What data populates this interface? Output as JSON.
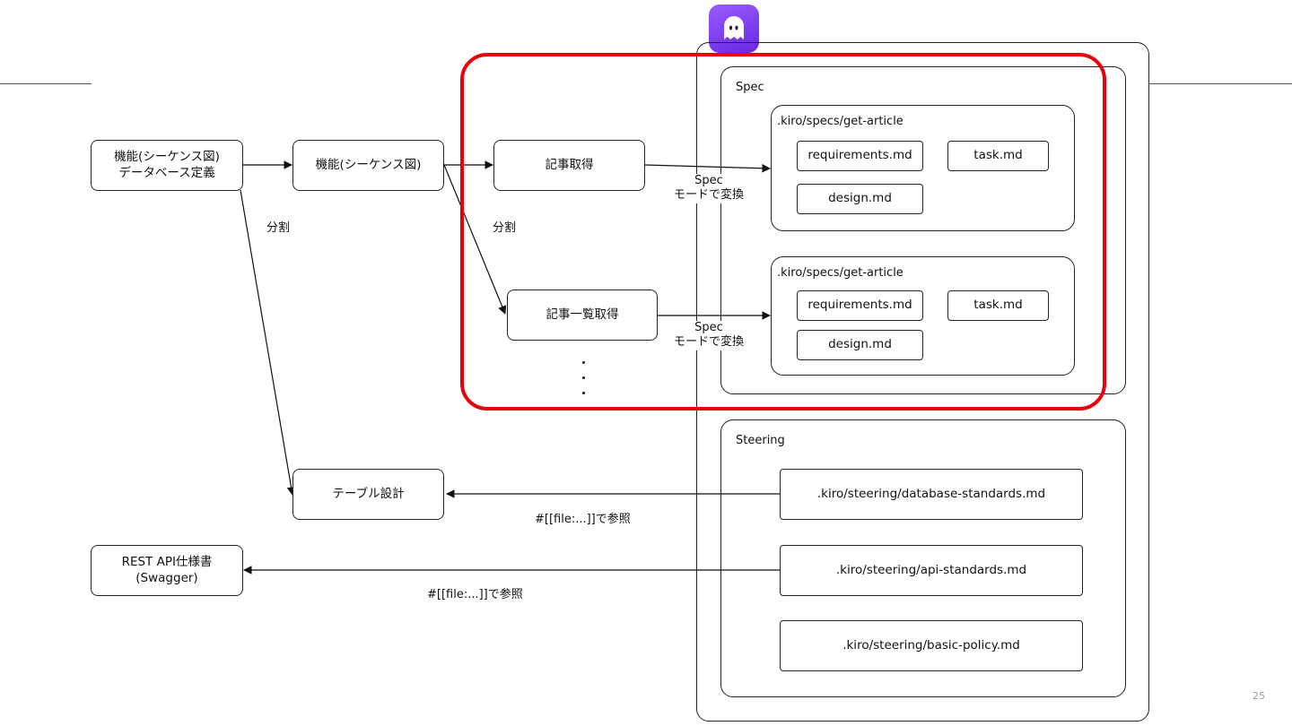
{
  "diagram": {
    "left_nodes": {
      "feature_and_db": [
        "機能(シーケンス図)",
        "データベース定義"
      ],
      "feature": "機能(シーケンス図)",
      "table_design": "テーブル設計",
      "rest_api": [
        "REST API仕様書",
        "(Swagger)"
      ]
    },
    "middle_nodes": {
      "get_article": "記事取得",
      "get_article_list": "記事一覧取得"
    },
    "edge_labels": {
      "split_1": "分割",
      "split_2": "分割",
      "spec_convert_1": [
        "Spec",
        "モードで変換"
      ],
      "spec_convert_2": [
        "Spec",
        "モードで変換"
      ],
      "ref_1": "#[[file:...]]で参照",
      "ref_2": "#[[file:...]]で参照"
    },
    "spec": {
      "title": "Spec",
      "folders": [
        {
          "path": ".kiro/specs/get-article",
          "files": [
            "requirements.md",
            "task.md",
            "design.md"
          ]
        },
        {
          "path": ".kiro/specs/get-article",
          "files": [
            "requirements.md",
            "task.md",
            "design.md"
          ]
        }
      ]
    },
    "steering": {
      "title": "Steering",
      "files": [
        ".kiro/steering/database-standards.md",
        ".kiro/steering/api-standards.md",
        ".kiro/steering/basic-policy.md"
      ]
    }
  },
  "page_number": "25",
  "colors": {
    "highlight": "#e8000b",
    "logo": "#7a3ef0"
  },
  "icons": {
    "logo": "ghost-icon"
  }
}
